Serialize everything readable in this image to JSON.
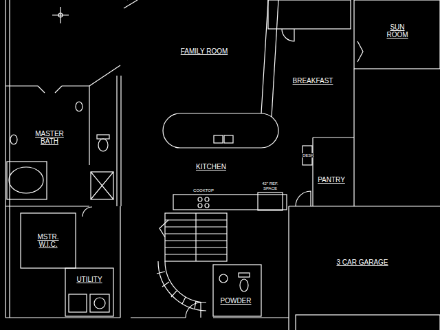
{
  "diagram": {
    "labels": [
      "FAMILY ROOM",
      "SUN ROOM",
      "BREAKFAST",
      "MASTER BATH",
      "KITCHEN",
      "PANTRY",
      "MSTR. W.I.C.",
      "UTILITY",
      "3 CAR GARAGE",
      "POWDER",
      "COOKTOP",
      "42\" REF. SPACE",
      "DESK"
    ]
  }
}
